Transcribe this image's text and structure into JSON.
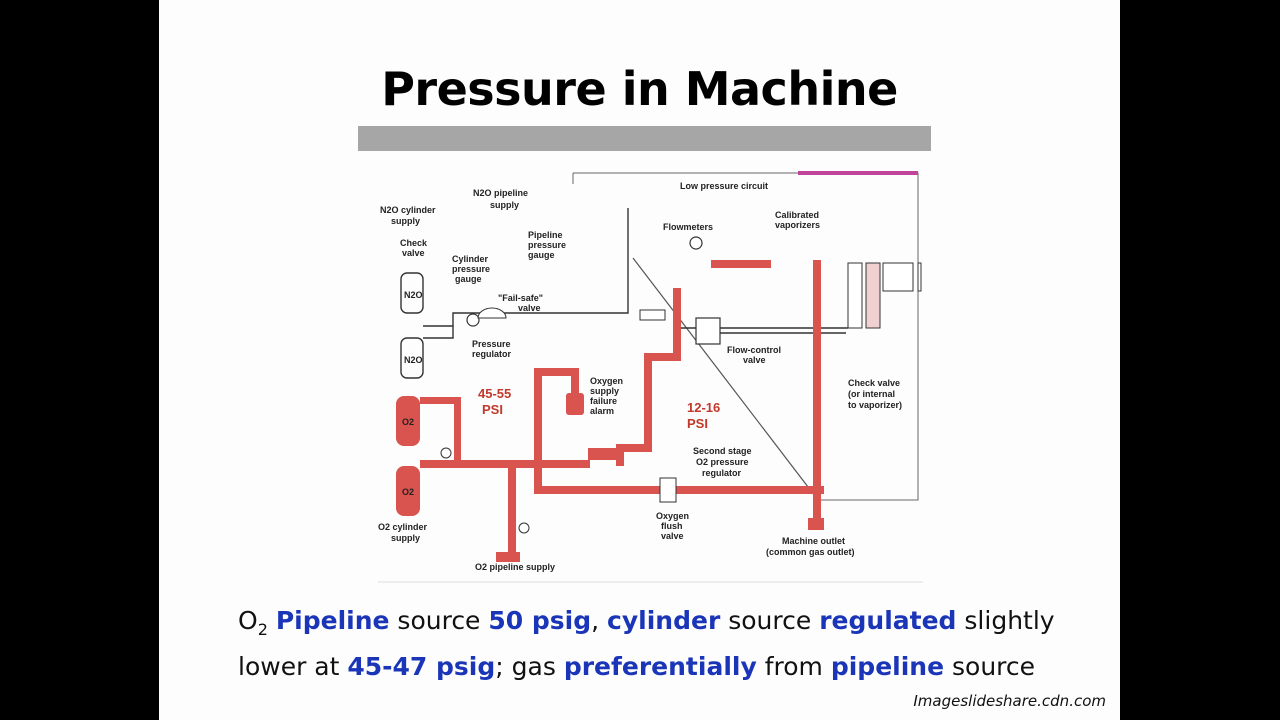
{
  "slide": {
    "title": "Pressure in Machine",
    "caption": {
      "o2_prefix": "O",
      "o2_sub": "2",
      "p1": "Pipeline",
      "t1": "source",
      "p2": "50 psig",
      "t2": ",",
      "p3": "cylinder",
      "t3": "source",
      "p4": "regulated",
      "t4": "slightly lower at",
      "p5": "45-47 psig",
      "t5": "; gas",
      "p6": "preferentially",
      "t6": "from",
      "p7": "pipeline",
      "t7": "source"
    },
    "credit": "Imageslideshare.cdn.com"
  },
  "diagram": {
    "low_pressure_circuit": "Low pressure circuit",
    "n2o_pipeline": [
      "N2O pipeline",
      "supply"
    ],
    "n2o_cylinder": [
      "N2O cylinder",
      "supply"
    ],
    "check_valve": [
      "Check",
      "valve"
    ],
    "cylinder_pressure_gauge": [
      "Cylinder",
      "pressure",
      "gauge"
    ],
    "pipeline_pressure_gauge": [
      "Pipeline",
      "pressure",
      "gauge"
    ],
    "fail_safe": [
      "\"Fail-safe\"",
      "valve"
    ],
    "pressure_regulator": [
      "Pressure",
      "regulator"
    ],
    "flowmeters": "Flowmeters",
    "calibrated_vaporizers": [
      "Calibrated",
      "vaporizers"
    ],
    "flow_control_valve": [
      "Flow-control",
      "valve"
    ],
    "o2_supply_failure_alarm": [
      "Oxygen",
      "supply",
      "failure",
      "alarm"
    ],
    "psi_high": [
      "45-55",
      "PSI"
    ],
    "psi_low": [
      "12-16",
      "PSI"
    ],
    "second_stage": [
      "Second stage",
      "O2 pressure",
      "regulator"
    ],
    "check_valve_vaporizer": [
      "Check valve",
      "(or internal",
      "to vaporizer)"
    ],
    "oxygen_flush": [
      "Oxygen",
      "flush",
      "valve"
    ],
    "machine_outlet": [
      "Machine outlet",
      "(common gas outlet)"
    ],
    "o2_cylinder": [
      "O2 cylinder",
      "supply"
    ],
    "o2_pipeline": "O2 pipeline supply",
    "n2o_tank_label": "N2O",
    "o2_tank_label": "O2"
  }
}
